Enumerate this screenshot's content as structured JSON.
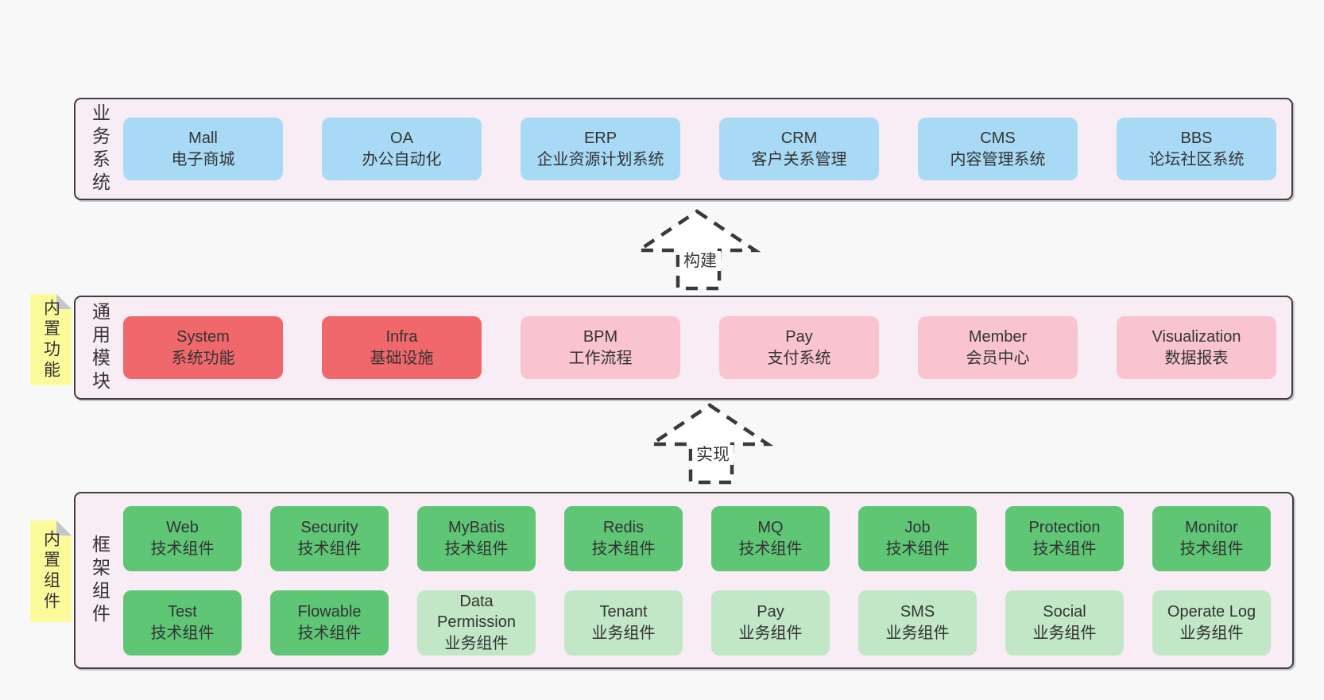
{
  "sections": {
    "business": {
      "label": "业务系统",
      "boxes": [
        {
          "title": "Mall",
          "subtitle": "电子商城",
          "variant": "blue"
        },
        {
          "title": "OA",
          "subtitle": "办公自动化",
          "variant": "blue"
        },
        {
          "title": "ERP",
          "subtitle": "企业资源计划系统",
          "variant": "blue"
        },
        {
          "title": "CRM",
          "subtitle": "客户关系管理",
          "variant": "blue"
        },
        {
          "title": "CMS",
          "subtitle": "内容管理系统",
          "variant": "blue"
        },
        {
          "title": "BBS",
          "subtitle": "论坛社区系统",
          "variant": "blue"
        }
      ]
    },
    "common": {
      "label": "通用模块",
      "boxes": [
        {
          "title": "System",
          "subtitle": "系统功能",
          "variant": "red"
        },
        {
          "title": "Infra",
          "subtitle": "基础设施",
          "variant": "red"
        },
        {
          "title": "BPM",
          "subtitle": "工作流程",
          "variant": "pink"
        },
        {
          "title": "Pay",
          "subtitle": "支付系统",
          "variant": "pink"
        },
        {
          "title": "Member",
          "subtitle": "会员中心",
          "variant": "pink"
        },
        {
          "title": "Visualization",
          "subtitle": "数据报表",
          "variant": "pink"
        }
      ]
    },
    "framework": {
      "label": "框架组件",
      "rows": [
        [
          {
            "title": "Web",
            "subtitle": "技术组件",
            "variant": "green"
          },
          {
            "title": "Security",
            "subtitle": "技术组件",
            "variant": "green"
          },
          {
            "title": "MyBatis",
            "subtitle": "技术组件",
            "variant": "green"
          },
          {
            "title": "Redis",
            "subtitle": "技术组件",
            "variant": "green"
          },
          {
            "title": "MQ",
            "subtitle": "技术组件",
            "variant": "green"
          },
          {
            "title": "Job",
            "subtitle": "技术组件",
            "variant": "green"
          },
          {
            "title": "Protection",
            "subtitle": "技术组件",
            "variant": "green"
          },
          {
            "title": "Monitor",
            "subtitle": "技术组件",
            "variant": "green"
          }
        ],
        [
          {
            "title": "Test",
            "subtitle": "技术组件",
            "variant": "green"
          },
          {
            "title": "Flowable",
            "subtitle": "技术组件",
            "variant": "green"
          },
          {
            "title": "Data Permission",
            "subtitle": "业务组件",
            "variant": "lightgreen"
          },
          {
            "title": "Tenant",
            "subtitle": "业务组件",
            "variant": "lightgreen"
          },
          {
            "title": "Pay",
            "subtitle": "业务组件",
            "variant": "lightgreen"
          },
          {
            "title": "SMS",
            "subtitle": "业务组件",
            "variant": "lightgreen"
          },
          {
            "title": "Social",
            "subtitle": "业务组件",
            "variant": "lightgreen"
          },
          {
            "title": "Operate Log",
            "subtitle": "业务组件",
            "variant": "lightgreen"
          }
        ]
      ]
    }
  },
  "notes": {
    "features": "内置功能",
    "components": "内置组件"
  },
  "arrows": {
    "build": {
      "label": "构建"
    },
    "implement": {
      "label": "实现"
    }
  },
  "colors": {
    "blue": "#a8daf6",
    "red": "#f1686c",
    "pink": "#f9c4cf",
    "green": "#5fc676",
    "lightgreen": "#c1e7c6",
    "panel_bg": "#f8ecf5",
    "ink": "#3f3f3f",
    "note_yellow": "#fbfb9c"
  }
}
